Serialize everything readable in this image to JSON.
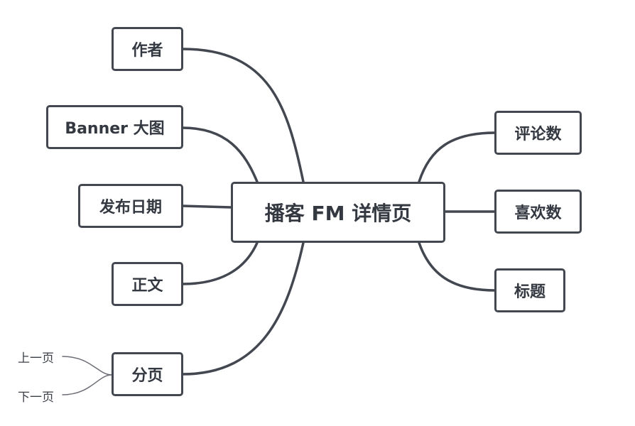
{
  "center": {
    "label": "播客 FM 详情页"
  },
  "left_nodes": [
    {
      "id": "author",
      "label": "作者"
    },
    {
      "id": "banner",
      "label": "Banner 大图"
    },
    {
      "id": "date",
      "label": "发布日期"
    },
    {
      "id": "body",
      "label": "正文"
    },
    {
      "id": "pagination",
      "label": "分页"
    }
  ],
  "right_nodes": [
    {
      "id": "comments",
      "label": "评论数"
    },
    {
      "id": "likes",
      "label": "喜欢数"
    },
    {
      "id": "title",
      "label": "标题"
    }
  ],
  "pagination_leaves": [
    {
      "label": "上一页"
    },
    {
      "label": "下一页"
    }
  ],
  "colors": {
    "line": "#434750",
    "thin_line": "#6b6e75",
    "text": "#343841"
  }
}
